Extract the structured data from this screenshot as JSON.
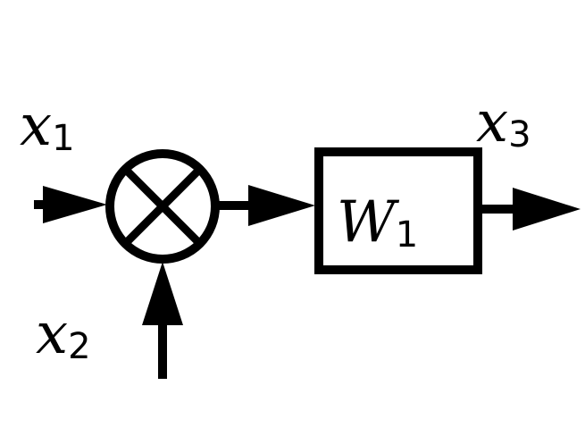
{
  "diagram": {
    "inputs": [
      {
        "symbol": "x",
        "subscript": "1"
      },
      {
        "symbol": "x",
        "subscript": "2"
      }
    ],
    "output": {
      "symbol": "x",
      "subscript": "3"
    },
    "block": {
      "symbol": "W",
      "subscript": "1"
    },
    "junction": {
      "type": "multiplication",
      "glyph": "cross-in-circle"
    },
    "colors": {
      "stroke": "#000000",
      "fill": "#ffffff"
    }
  }
}
